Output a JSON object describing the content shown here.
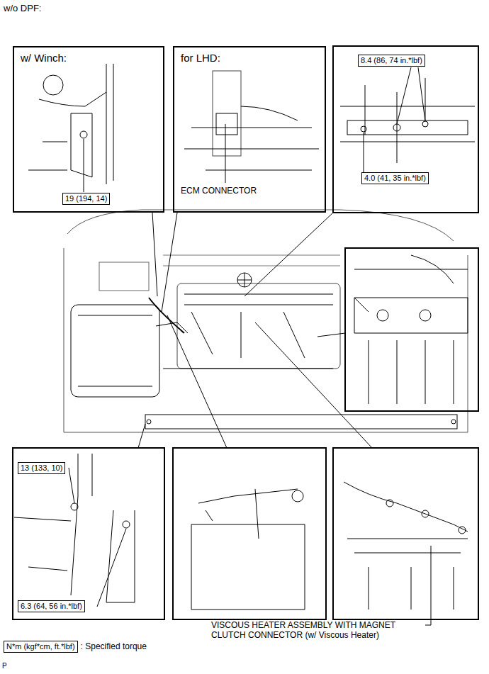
{
  "diagram": {
    "title": "w/o DPF:",
    "nodes": [
      {
        "text": [
          "w/ Winch:"
        ]
      },
      {
        "text": [
          "19 (194, 14)"
        ],
        "in": 0
      },
      {
        "text": [
          "for LHD:",
          "ECM CONNECTOR"
        ]
      },
      {
        "text": [
          "8.4 (86, 74 in.*lbf)"
        ]
      },
      {
        "text": [
          "4.0 (41, 35 in.*lbf)"
        ]
      },
      {
        "text": [
          "13 (133, 10)"
        ]
      },
      {
        "text": [
          "6.3 (64, 56 in.*lbf)"
        ]
      },
      {
        "text": [
          "N*m (kgf*cm, ft.*lbf)"
        ]
      }
    ],
    "edges": [],
    "labels": [
      "VISCOUS HEATER ASSEMBLY WITH MAGNET CLUTCH CONNECTOR (w/ Viscous Heater)",
      ": Specified torque",
      "P"
    ]
  }
}
